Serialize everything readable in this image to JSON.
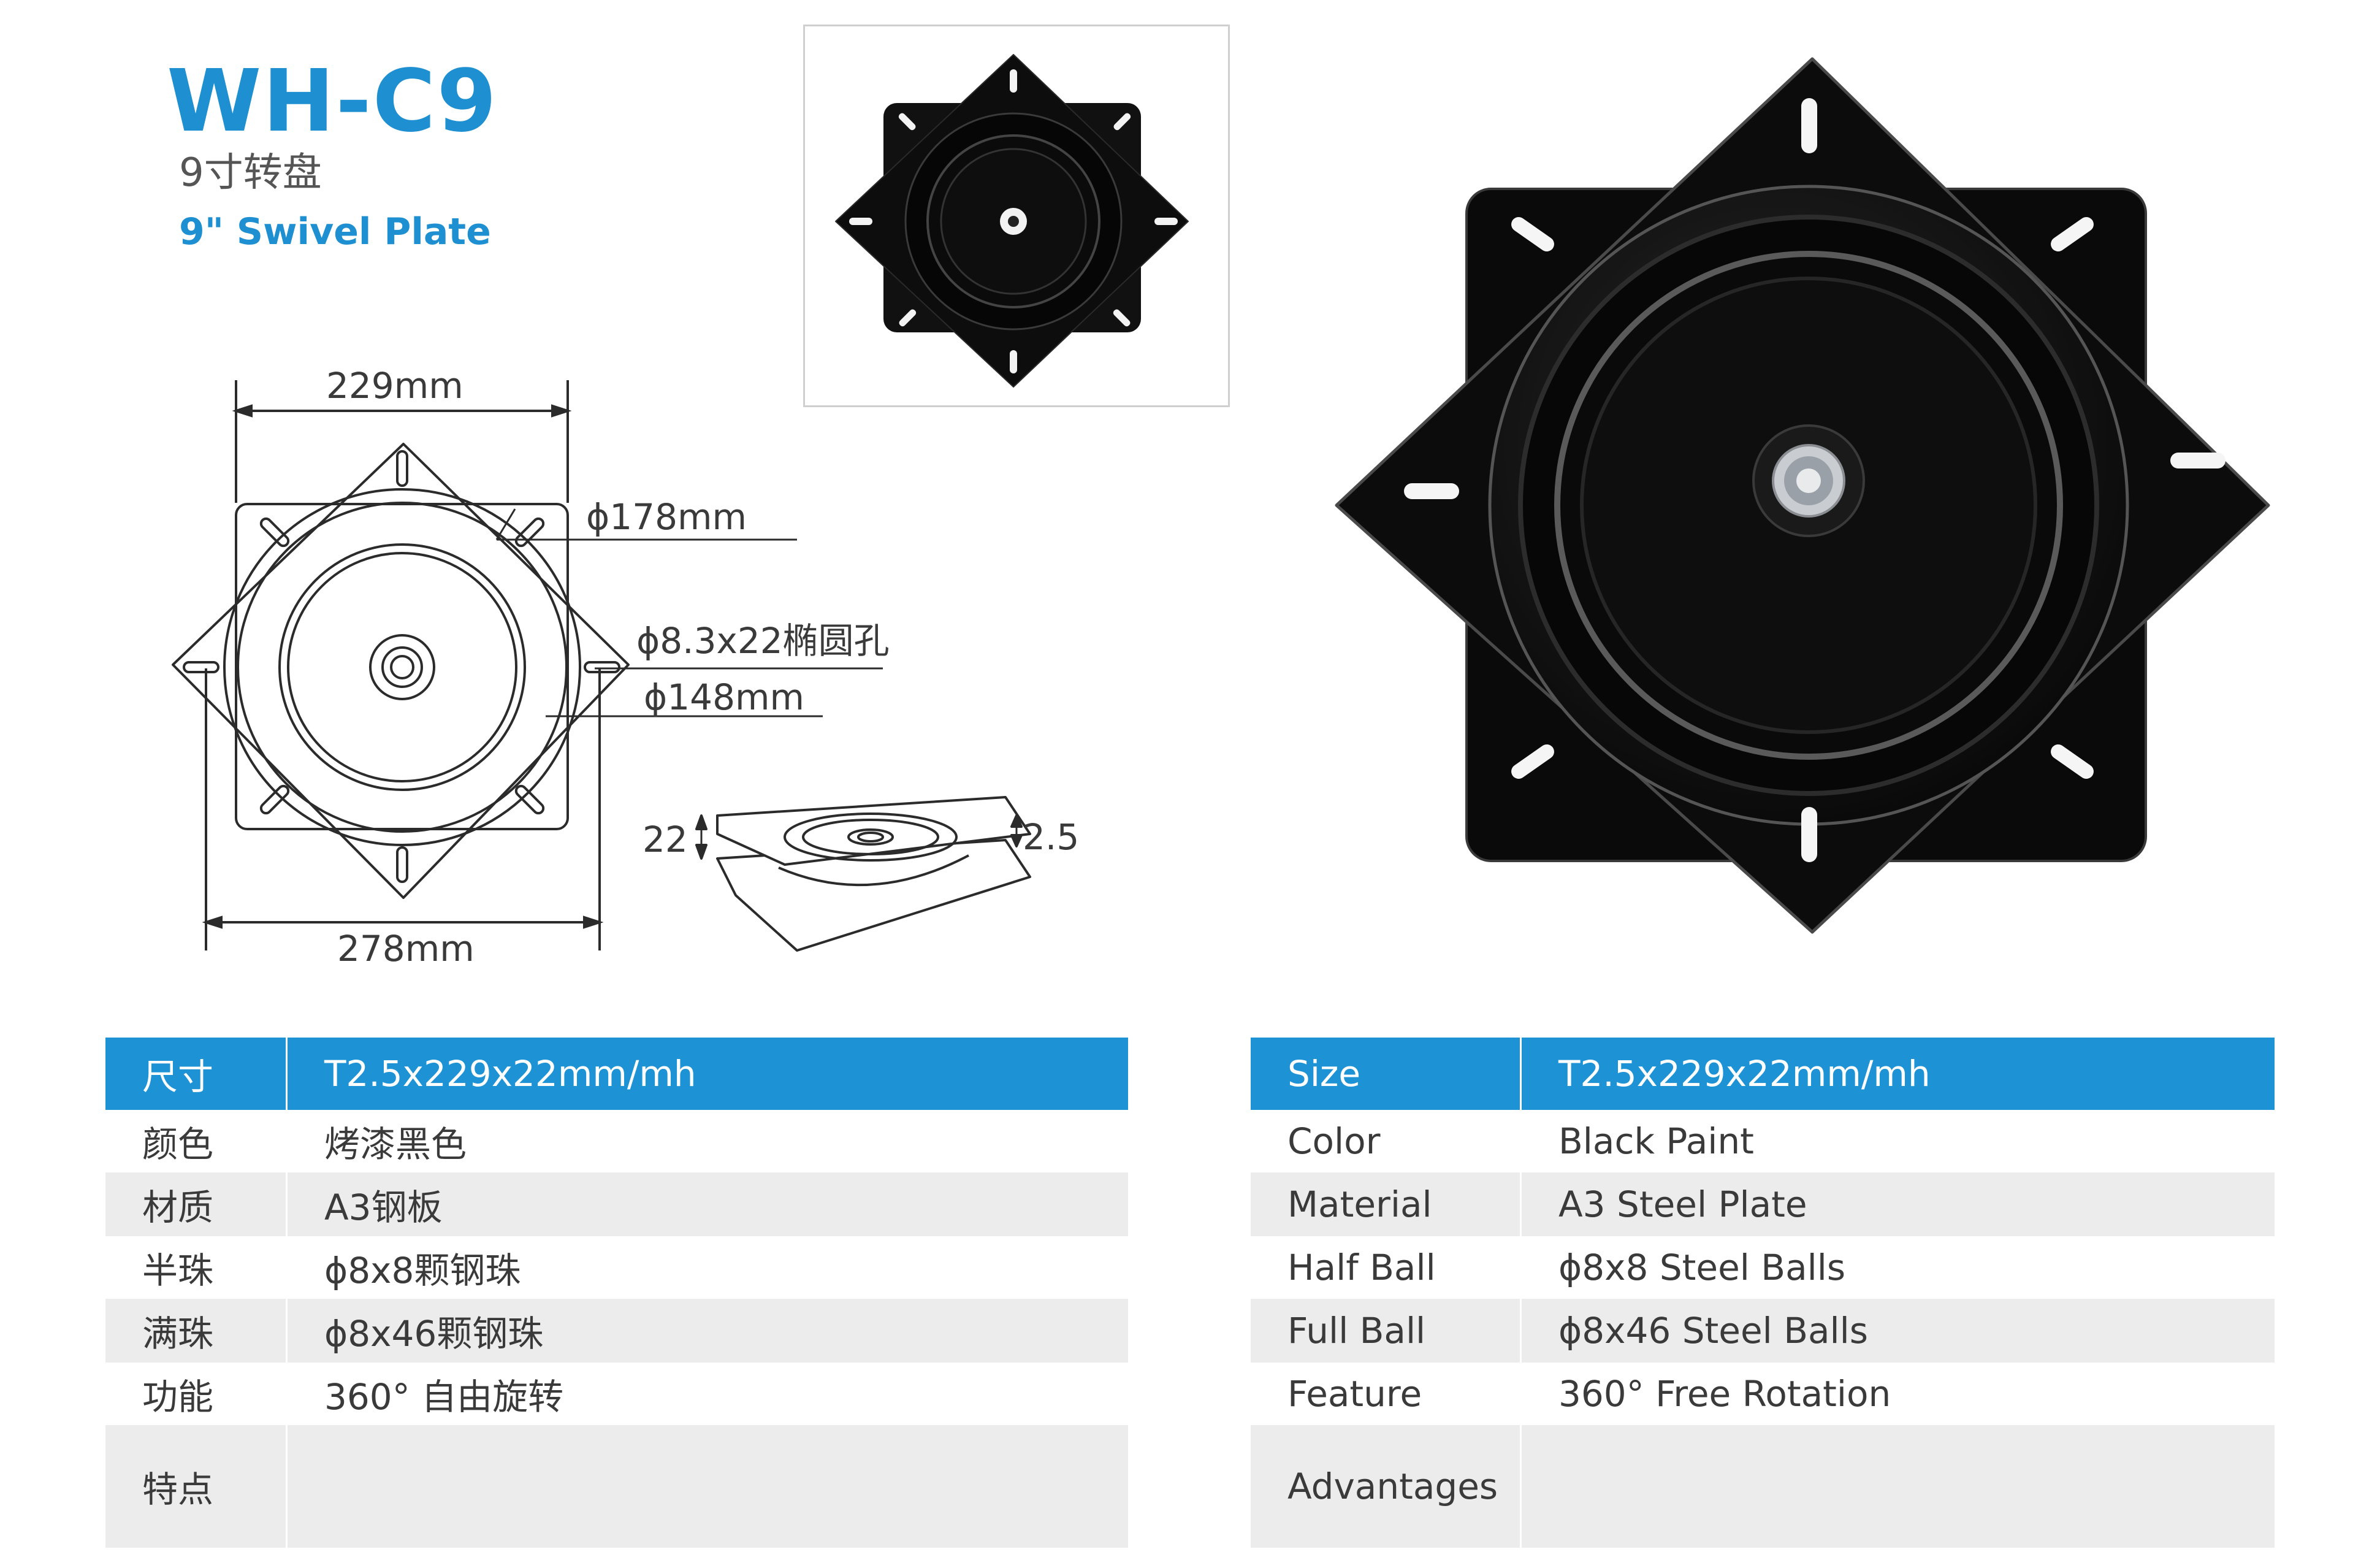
{
  "header": {
    "model": "WH-C9",
    "subtitle_cn": "9寸转盘",
    "subtitle_en": "9\" Swivel Plate"
  },
  "dimensions": {
    "top_width": "229mm",
    "bottom_width": "278mm",
    "outer_diameter": "ϕ178mm",
    "slot": "ϕ8.3x22椭圆孔",
    "inner_diameter": "ϕ148mm",
    "height": "22",
    "thickness": "2.5"
  },
  "spec_cn": {
    "rows": [
      {
        "k": "尺寸",
        "v": "T2.5x229x22mm/mh"
      },
      {
        "k": "颜色",
        "v": "烤漆黑色"
      },
      {
        "k": "材质",
        "v": "A3钢板"
      },
      {
        "k": "半珠",
        "v": "ϕ8x8颗钢珠"
      },
      {
        "k": "满珠",
        "v": "ϕ8x46颗钢珠"
      },
      {
        "k": "功能",
        "v": "360°  自由旋转"
      },
      {
        "k": "特点",
        "v": ""
      }
    ]
  },
  "spec_en": {
    "rows": [
      {
        "k": "Size",
        "v": "T2.5x229x22mm/mh"
      },
      {
        "k": "Color",
        "v": "Black Paint"
      },
      {
        "k": "Material",
        "v": "A3 Steel Plate"
      },
      {
        "k": "Half Ball",
        "v": "ϕ8x8 Steel Balls"
      },
      {
        "k": "Full Ball",
        "v": "ϕ8x46 Steel Balls"
      },
      {
        "k": "Feature",
        "v": " 360°  Free Rotation"
      },
      {
        "k": "Advantages",
        "v": ""
      }
    ]
  },
  "colors": {
    "accent": "#1e8fd0",
    "table_header": "#1d93d6",
    "row_gray": "#ececec",
    "plate": "#0b0b0b"
  }
}
